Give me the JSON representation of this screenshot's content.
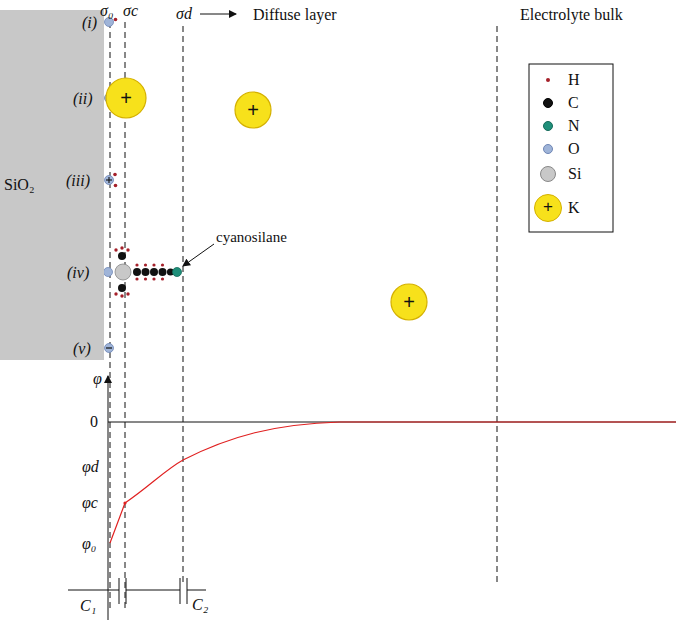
{
  "diagram": {
    "nodes": [
      {
        "text": [
          "SiO₂"
        ]
      },
      {
        "text": [
          "+"
        ]
      },
      {
        "text": [
          "+"
        ]
      },
      {
        "text": [
          "+"
        ]
      }
    ],
    "labels": [
      "σ₀",
      "σc",
      "σd",
      "Diffuse layer",
      "Electrolyte bulk",
      "(i)",
      "(ii)",
      "(iii)",
      "(iv)",
      "(v)",
      "cyanosilane",
      "φ",
      "0",
      "φd",
      "φc",
      "φ₀",
      "C₁",
      "C₂",
      "+"
    ],
    "legend": [
      {
        "text": "H",
        "color": "#a5202a"
      },
      {
        "text": "C",
        "color": "#111111"
      },
      {
        "text": "N",
        "color": "#1f8f7a"
      },
      {
        "text": "O",
        "color": "#9fb4d8"
      },
      {
        "text": "Si",
        "color": "#c8c8c8"
      },
      {
        "text": "K",
        "color": "#f7e11b"
      }
    ]
  }
}
